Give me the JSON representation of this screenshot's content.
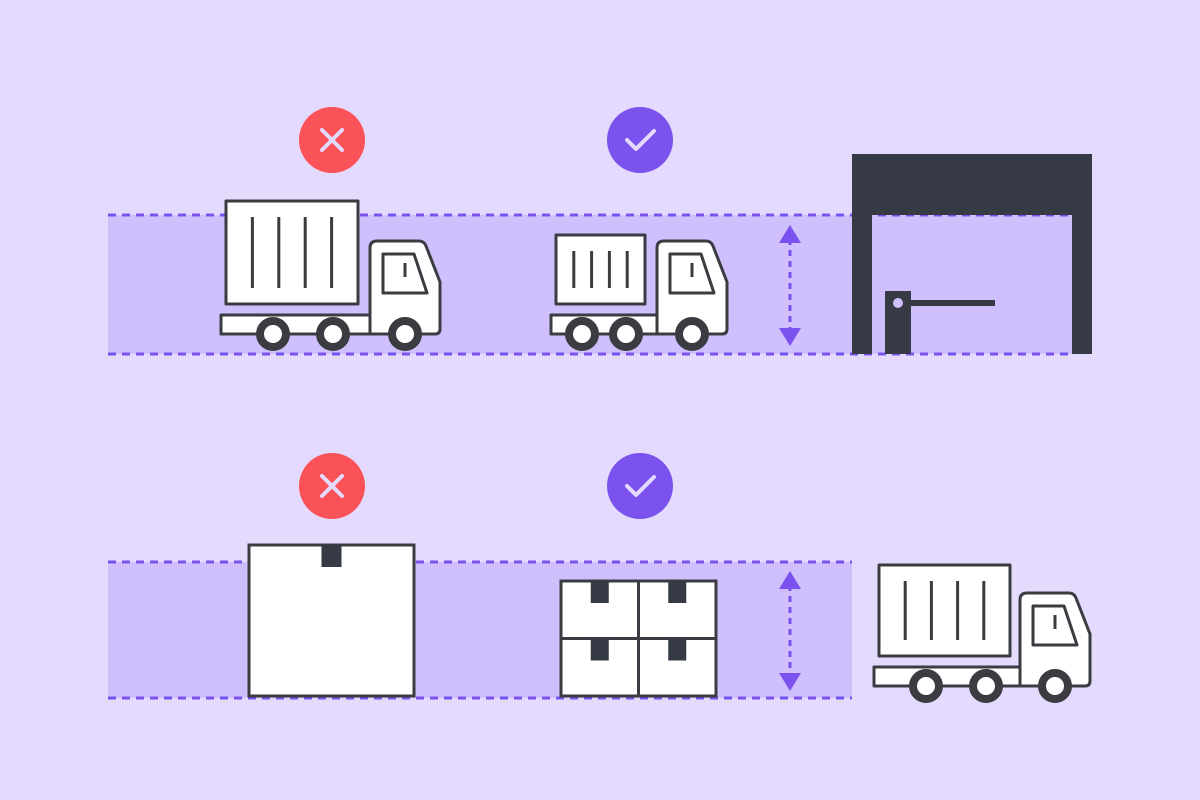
{
  "colors": {
    "background": "#e4dafd",
    "band": "#cfc0fd",
    "dash": "#7b52f0",
    "outline": "#3a3c42",
    "dark": "#363a45",
    "white": "#ffffff",
    "reject": "#fa5256",
    "accept": "#7c52ef",
    "icon_mark": "#e4dafd"
  },
  "rows": [
    {
      "name": "truck-height-row",
      "rejected": "large-truck",
      "accepted": "small-truck",
      "constraint": "height-barrier-gate"
    },
    {
      "name": "package-height-row",
      "rejected": "large-box",
      "accepted": "stacked-small-boxes",
      "constraint": "truck-cargo"
    }
  ]
}
